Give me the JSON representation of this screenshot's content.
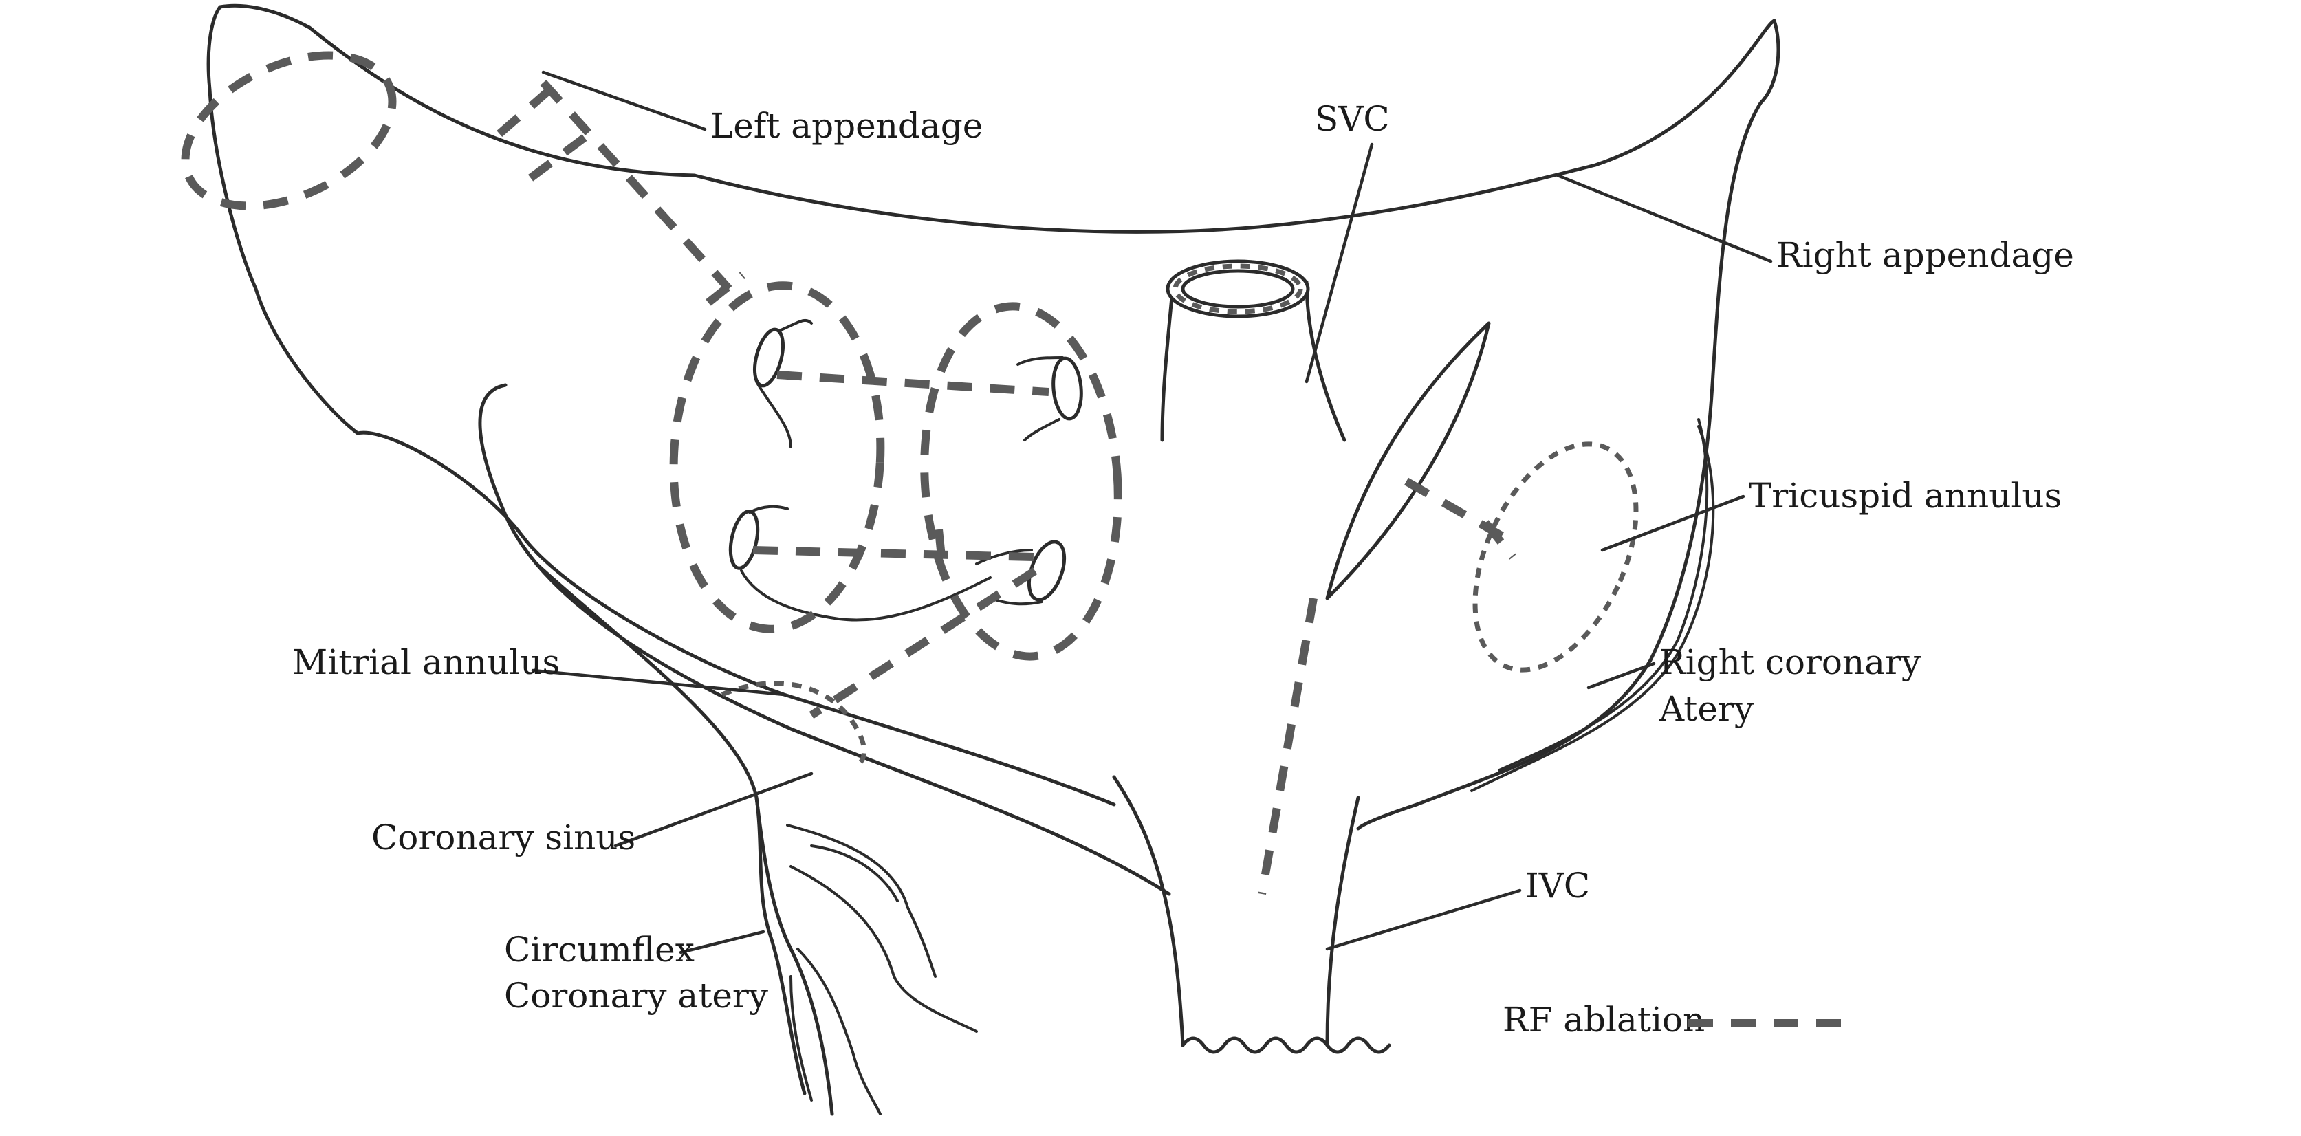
{
  "labels": {
    "left_appendage": "Left appendage",
    "svc": "SVC",
    "right_appendage": "Right appendage",
    "tricuspid_annulus": "Tricuspid annulus",
    "mitrial_annulus": "Mitrial annulus",
    "right_coronary_line1": "Right coronary",
    "right_coronary_line2": "Atery",
    "coronary_sinus": "Coronary sinus",
    "ivc": "IVC",
    "circumflex_line1": "Circumflex",
    "circumflex_line2": "Coronary atery"
  },
  "legend": {
    "rf_ablation": "RF ablation"
  },
  "colors": {
    "outline": "#2b2b2b",
    "ablation_dash": "#5a5a5a",
    "background": "#ffffff"
  }
}
